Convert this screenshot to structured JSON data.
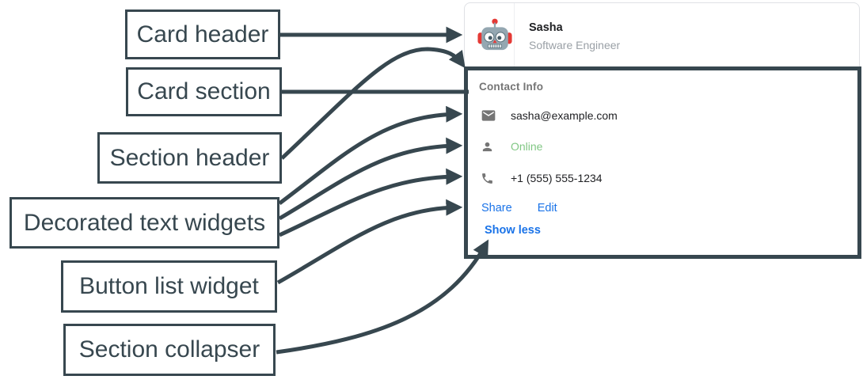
{
  "annotations": {
    "labels": [
      {
        "id": "card-header",
        "text": "Card header"
      },
      {
        "id": "card-section",
        "text": "Card section"
      },
      {
        "id": "section-header",
        "text": "Section header"
      },
      {
        "id": "decorated-text-widgets",
        "text": "Decorated text widgets"
      },
      {
        "id": "button-list-widget",
        "text": "Button list widget"
      },
      {
        "id": "section-collapser",
        "text": "Section collapser"
      }
    ]
  },
  "card": {
    "header": {
      "avatar_icon": "robot-avatar-icon",
      "name": "Sasha",
      "subtitle": "Software Engineer"
    },
    "section": {
      "title": "Contact Info",
      "rows": [
        {
          "icon": "email-icon",
          "text": "sasha@example.com"
        },
        {
          "icon": "person-icon",
          "text": "Online"
        },
        {
          "icon": "phone-icon",
          "text": "+1 (555) 555-1234"
        }
      ],
      "buttons": [
        {
          "label": "Share"
        },
        {
          "label": "Edit"
        }
      ],
      "collapser_label": "Show less"
    }
  },
  "colors": {
    "annotation_dark": "#37474F",
    "link_blue": "#1A73E8",
    "online_green": "#81C784",
    "icon_gray": "#757575",
    "primary_text": "#202124",
    "muted_text": "#9AA0A6",
    "section_title_gray": "#757575",
    "card_border": "#DFE1E5"
  }
}
